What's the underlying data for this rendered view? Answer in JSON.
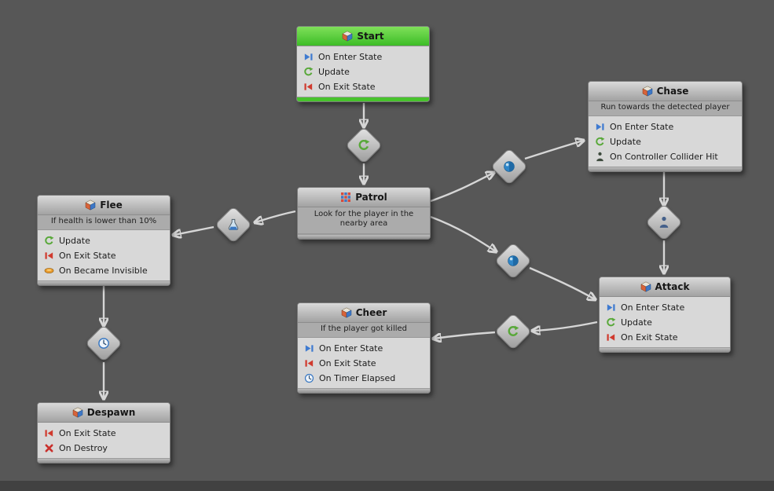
{
  "graph": {
    "colors": {
      "background": "#575757",
      "start_green": "#47c32c",
      "node_body": "#d8d8d8",
      "wire": "#d6d6d6"
    },
    "nodes": [
      {
        "id": "start",
        "title": "Start",
        "events": [
          {
            "icon": "on-enter-state-icon",
            "label": "On Enter State"
          },
          {
            "icon": "update-icon",
            "label": "Update"
          },
          {
            "icon": "on-exit-state-icon",
            "label": "On Exit State"
          }
        ]
      },
      {
        "id": "chase",
        "title": "Chase",
        "subtitle": "Run towards the detected player",
        "events": [
          {
            "icon": "on-enter-state-icon",
            "label": "On Enter State"
          },
          {
            "icon": "update-icon",
            "label": "Update"
          },
          {
            "icon": "person-icon",
            "label": "On Controller Collider Hit"
          }
        ]
      },
      {
        "id": "patrol",
        "title": "Patrol",
        "subtitle": "Look for the player in the nearby area",
        "events": []
      },
      {
        "id": "flee",
        "title": "Flee",
        "subtitle": "If health is lower than 10%",
        "events": [
          {
            "icon": "update-icon",
            "label": "Update"
          },
          {
            "icon": "on-exit-state-icon",
            "label": "On Exit State"
          },
          {
            "icon": "eye-icon",
            "label": "On Became Invisible"
          }
        ]
      },
      {
        "id": "cheer",
        "title": "Cheer",
        "subtitle": "If the player got killed",
        "events": [
          {
            "icon": "on-enter-state-icon",
            "label": "On Enter State"
          },
          {
            "icon": "on-exit-state-icon",
            "label": "On Exit State"
          },
          {
            "icon": "clock-icon",
            "label": "On Timer Elapsed"
          }
        ]
      },
      {
        "id": "attack",
        "title": "Attack",
        "events": [
          {
            "icon": "on-enter-state-icon",
            "label": "On Enter State"
          },
          {
            "icon": "update-icon",
            "label": "Update"
          },
          {
            "icon": "on-exit-state-icon",
            "label": "On Exit State"
          }
        ]
      },
      {
        "id": "despawn",
        "title": "Despawn",
        "events": [
          {
            "icon": "on-exit-state-icon",
            "label": "On Exit State"
          },
          {
            "icon": "destroy-icon",
            "label": "On Destroy"
          }
        ]
      }
    ],
    "transitions": [
      {
        "id": "start-to-patrol",
        "icon": "update-icon"
      },
      {
        "id": "patrol-to-chase",
        "icon": "sight-icon"
      },
      {
        "id": "patrol-to-flee",
        "icon": "flask-icon"
      },
      {
        "id": "patrol-to-attack",
        "icon": "sight-icon"
      },
      {
        "id": "chase-to-attack",
        "icon": "collider-icon"
      },
      {
        "id": "attack-to-cheer",
        "icon": "update-icon"
      },
      {
        "id": "flee-to-despawn",
        "icon": "clock-icon"
      }
    ]
  }
}
